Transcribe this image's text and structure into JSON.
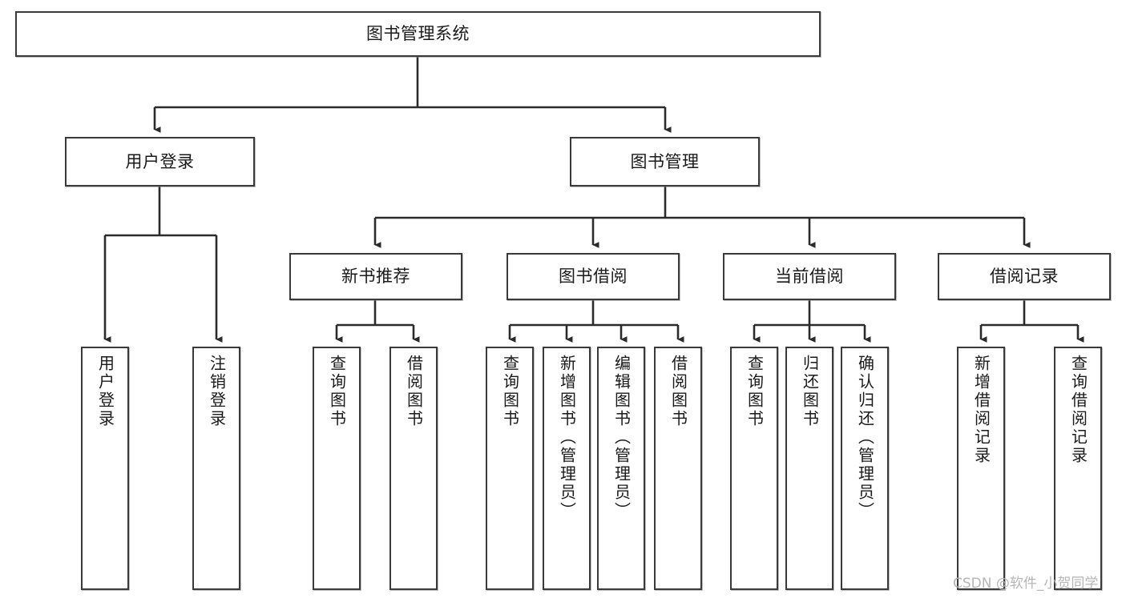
{
  "diagram": {
    "title": "图书管理系统",
    "type": "tree-hierarchy",
    "watermark": "CSDN @软件_小贺同学",
    "colors": {
      "node_border": "#3a3a3a",
      "node_fill": "#ffffff",
      "connector": "#2b2b2b",
      "background": "#ffffff",
      "watermark": "#b6b6b6"
    },
    "root": {
      "label": "图书管理系统"
    },
    "level1": [
      {
        "label": "用户登录"
      },
      {
        "label": "图书管理"
      }
    ],
    "level2": [
      {
        "label": "新书推荐"
      },
      {
        "label": "图书借阅"
      },
      {
        "label": "当前借阅"
      },
      {
        "label": "借阅记录"
      }
    ],
    "leaves": {
      "user_login": [
        {
          "label": "用户登录"
        },
        {
          "label": "注销登录"
        }
      ],
      "new_book_recommend": [
        {
          "label": "查询图书"
        },
        {
          "label": "借阅图书"
        }
      ],
      "book_borrow": [
        {
          "label": "查询图书"
        },
        {
          "label": "新增图书（管理员）"
        },
        {
          "label": "编辑图书（管理员）"
        },
        {
          "label": "借阅图书"
        }
      ],
      "current_borrow": [
        {
          "label": "查询图书"
        },
        {
          "label": "归还图书"
        },
        {
          "label": "确认归还（管理员）"
        }
      ],
      "borrow_record": [
        {
          "label": "新增借阅记录"
        },
        {
          "label": "查询借阅记录"
        }
      ]
    }
  }
}
